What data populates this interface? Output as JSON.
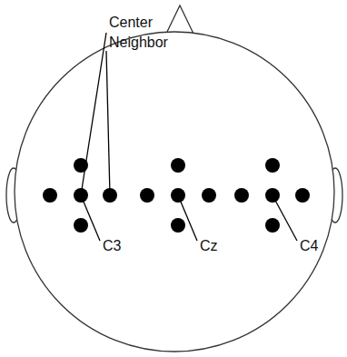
{
  "diagram": {
    "labels": [
      "Center",
      "Neighbor",
      "C3",
      "Cz",
      "C4"
    ]
  }
}
